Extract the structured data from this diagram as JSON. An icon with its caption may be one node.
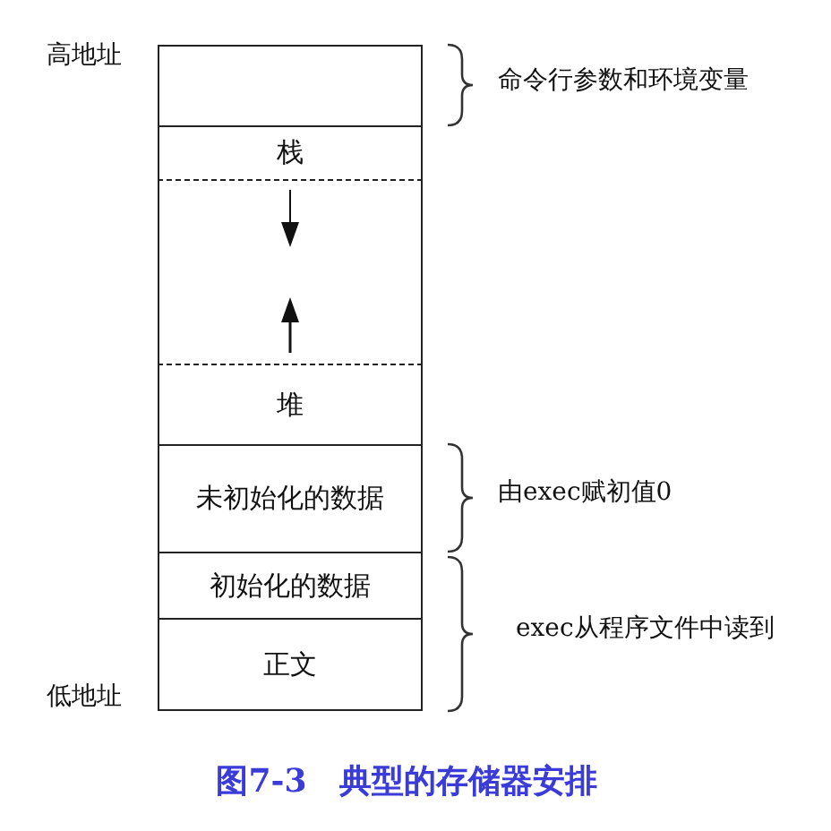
{
  "diagram": {
    "caption": "图7-3　典型的存储器安排",
    "nodes": [
      {
        "text": [],
        "shape": "box"
      },
      {
        "text": [
          "栈"
        ]
      },
      {
        "text": [],
        "shape": "box"
      },
      {
        "text": [
          "堆"
        ]
      },
      {
        "text": [
          "未初始化的数据"
        ]
      },
      {
        "text": [
          "初始化的数据"
        ]
      },
      {
        "text": [
          "正文"
        ]
      }
    ],
    "labels": [
      "高地址",
      "命令行参数和环境变量",
      "由exec赋初值0",
      "exec从程序文件中读到",
      "低地址"
    ]
  }
}
